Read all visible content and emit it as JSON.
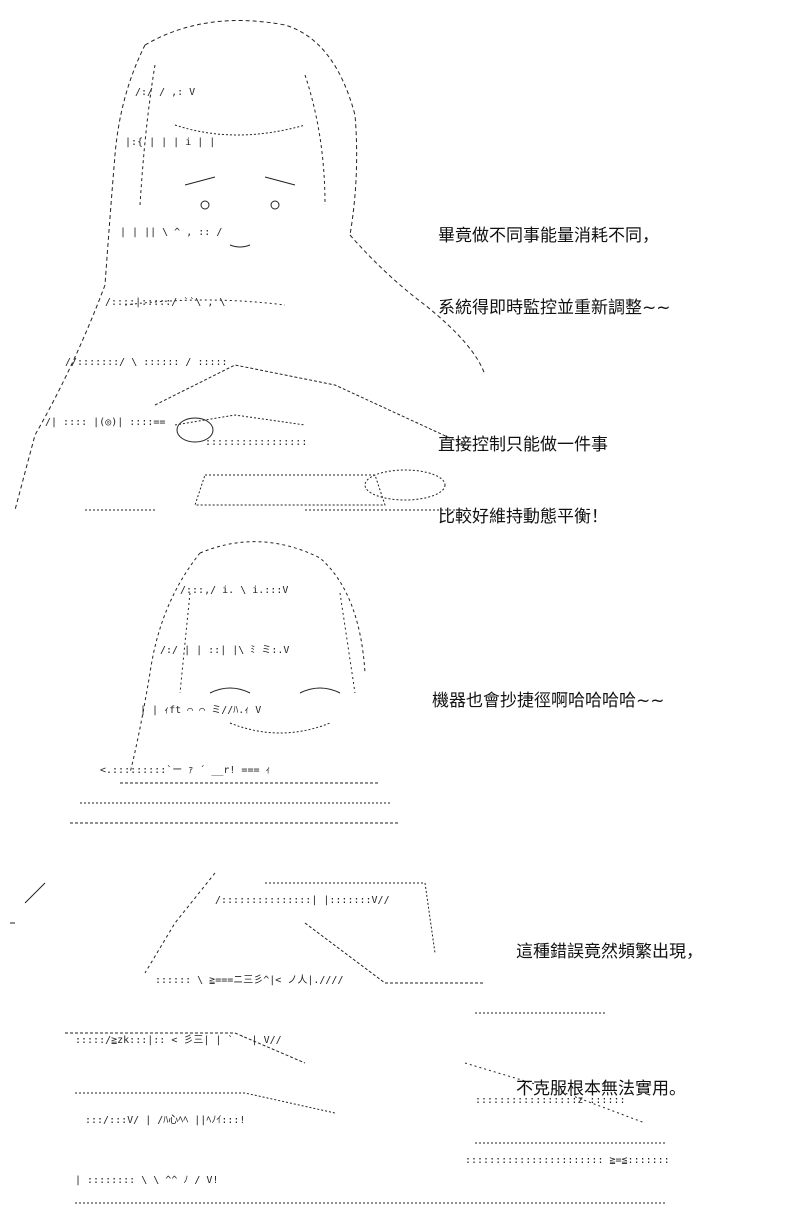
{
  "panels": [
    {
      "name": "panel-1",
      "caption": [
        "畢竟做不同事能量消耗不同，",
        "系統得即時監控並重新調整~~",
        "",
        "直接控制只能做一件事",
        "比較好維持動態平衡！"
      ]
    },
    {
      "name": "panel-2",
      "caption": [
        "機器也會抄捷徑啊哈哈哈哈~~"
      ]
    },
    {
      "name": "panel-3",
      "caption": [
        "這種錯誤竟然頻繁出現，",
        "",
        "不克服根本無法實用。"
      ]
    }
  ],
  "colors": {
    "ink": "#111111",
    "paper": "#ffffff"
  }
}
